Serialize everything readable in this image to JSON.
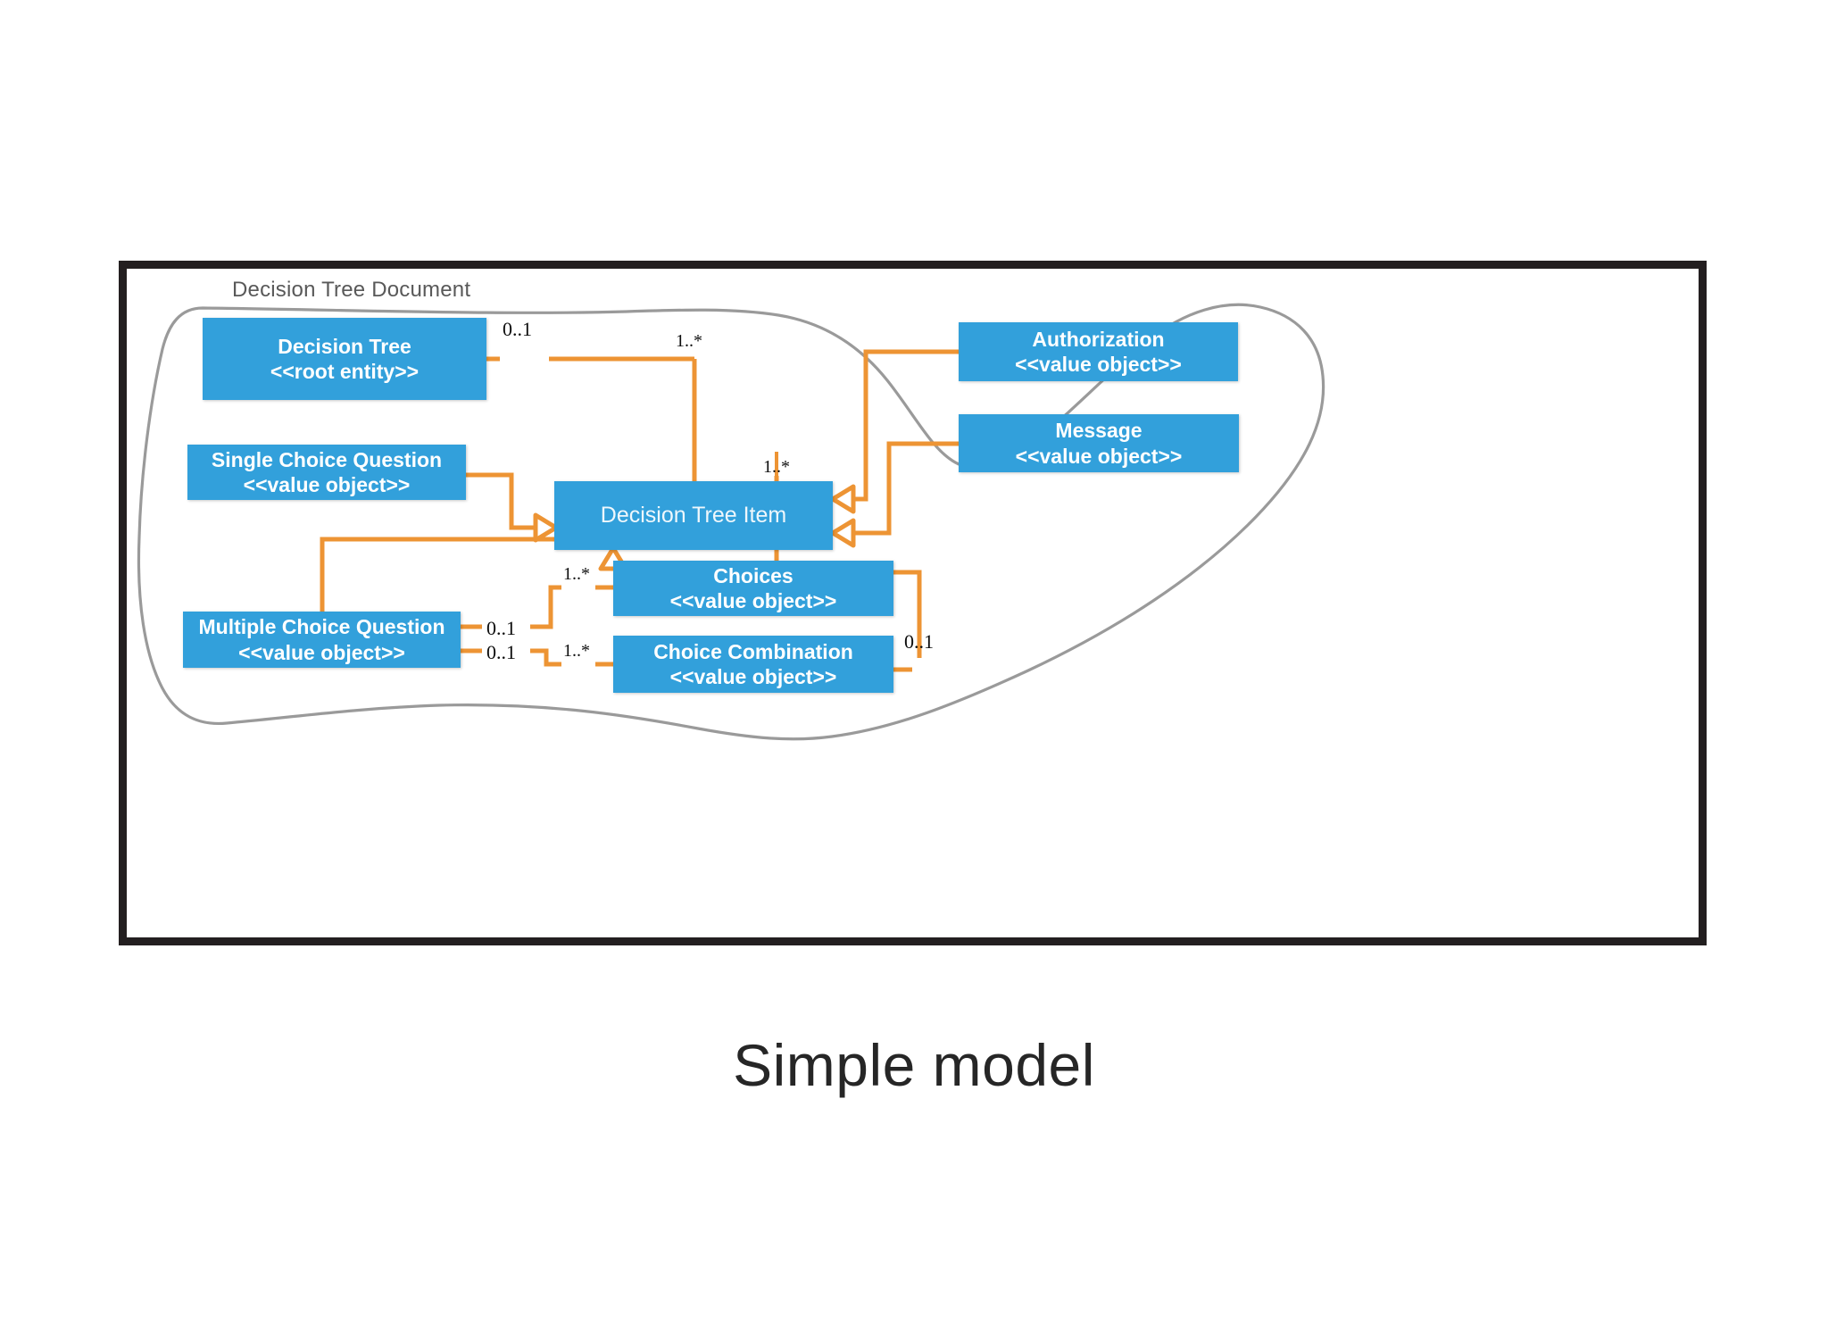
{
  "slide": {
    "caption": "Simple model",
    "background": "#ffffff"
  },
  "diagram": {
    "type": "uml-class-diagram",
    "frame_color": "#231f20",
    "boundary": {
      "label": "Decision Tree Document",
      "stroke": "#9a9a9a",
      "style": "hand-drawn closed curve"
    },
    "colors": {
      "box_fill": "#32a0db",
      "box_text": "#ffffff",
      "connector": "#ed9434",
      "label_text": "#0d0d0d",
      "boundary_text": "#595959"
    },
    "boxes": [
      {
        "id": "decision-tree",
        "name": "Decision Tree",
        "stereotype": "<<root entity>>"
      },
      {
        "id": "decision-tree-item",
        "name": "Decision Tree Item",
        "stereotype": ""
      },
      {
        "id": "authorization",
        "name": "Authorization",
        "stereotype": "<<value object>>"
      },
      {
        "id": "message",
        "name": "Message",
        "stereotype": "<<value object>>"
      },
      {
        "id": "single-choice-question",
        "name": "Single Choice Question",
        "stereotype": "<<value object>>"
      },
      {
        "id": "multiple-choice-question",
        "name": "Multiple Choice Question",
        "stereotype": "<<value object>>"
      },
      {
        "id": "choices",
        "name": "Choices",
        "stereotype": "<<value object>>"
      },
      {
        "id": "choice-combination",
        "name": "Choice Combination",
        "stereotype": "<<value object>>"
      }
    ],
    "multiplicities": {
      "decision_tree_end": "0..1",
      "decision_tree_item_end": "1..*",
      "decision_tree_item_down": "1..*",
      "choices_end": "1..*",
      "choice_combination_end": "1..*",
      "multiple_choice_to_choices": "0..1",
      "multiple_choice_to_combination": "0..1",
      "choice_combination_right": "0..1"
    },
    "relationships": [
      {
        "from": "decision-tree",
        "to": "decision-tree-item",
        "kind": "association",
        "from_multiplicity": "0..1",
        "to_multiplicity": "1..*"
      },
      {
        "from": "authorization",
        "to": "decision-tree-item",
        "kind": "generalization",
        "arrow": "hollow-triangle"
      },
      {
        "from": "message",
        "to": "decision-tree-item",
        "kind": "generalization",
        "arrow": "hollow-triangle"
      },
      {
        "from": "single-choice-question",
        "to": "decision-tree-item",
        "kind": "generalization",
        "arrow": "hollow-triangle"
      },
      {
        "from": "multiple-choice-question",
        "to": "decision-tree-item",
        "kind": "generalization",
        "arrow": "hollow-triangle"
      },
      {
        "from": "multiple-choice-question",
        "to": "choices",
        "kind": "association",
        "from_multiplicity": "0..1",
        "to_multiplicity": "1..*"
      },
      {
        "from": "multiple-choice-question",
        "to": "choice-combination",
        "kind": "association",
        "from_multiplicity": "0..1",
        "to_multiplicity": "1..*"
      },
      {
        "from": "decision-tree-item",
        "to": "choice-combination",
        "kind": "association",
        "from_multiplicity": "1..*",
        "to_multiplicity": "0..1"
      }
    ]
  }
}
